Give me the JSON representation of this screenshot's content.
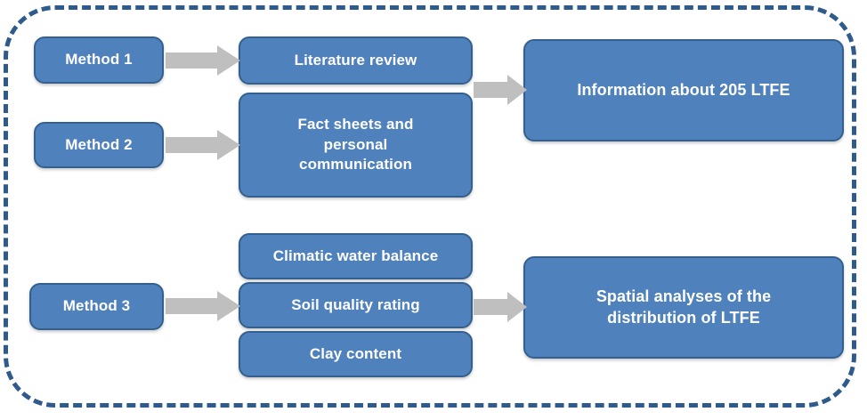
{
  "diagram": {
    "title": "Methodology flow diagram",
    "colors": {
      "node_fill": "#4F81BD",
      "node_border": "#34608F",
      "node_text": "#FFFFFF",
      "arrow_fill": "#BFBFBF",
      "container_border": "#2E5B8C",
      "background": "#FFFFFF"
    },
    "container": {
      "style": "dashed-rounded-rectangle"
    },
    "methods": [
      {
        "id": "method-1",
        "label": "Method 1"
      },
      {
        "id": "method-2",
        "label": "Method 2"
      },
      {
        "id": "method-3",
        "label": "Method 3"
      }
    ],
    "sources": [
      {
        "id": "literature-review",
        "label": "Literature review"
      },
      {
        "id": "fact-sheets",
        "label": "Fact sheets and\npersonal\ncommunication"
      }
    ],
    "spatial_inputs": [
      {
        "id": "climatic-water-balance",
        "label": "Climatic water balance"
      },
      {
        "id": "soil-quality-rating",
        "label": "Soil quality rating"
      },
      {
        "id": "clay-content",
        "label": "Clay content"
      }
    ],
    "outputs": [
      {
        "id": "information-ltfe",
        "label": "Information about 205 LTFE"
      },
      {
        "id": "spatial-analyses",
        "label": "Spatial analyses of the\ndistribution of LTFE"
      }
    ],
    "arrows": [
      {
        "id": "arrow-method1-to-literature-review",
        "icon": "right-block-arrow-icon"
      },
      {
        "id": "arrow-method2-to-fact-sheets",
        "icon": "right-block-arrow-icon"
      },
      {
        "id": "arrow-method3-to-spatial-inputs",
        "icon": "right-block-arrow-icon"
      },
      {
        "id": "arrow-sources-to-information",
        "icon": "right-block-arrow-icon"
      },
      {
        "id": "arrow-spatial-inputs-to-analyses",
        "icon": "right-block-arrow-icon"
      }
    ]
  }
}
